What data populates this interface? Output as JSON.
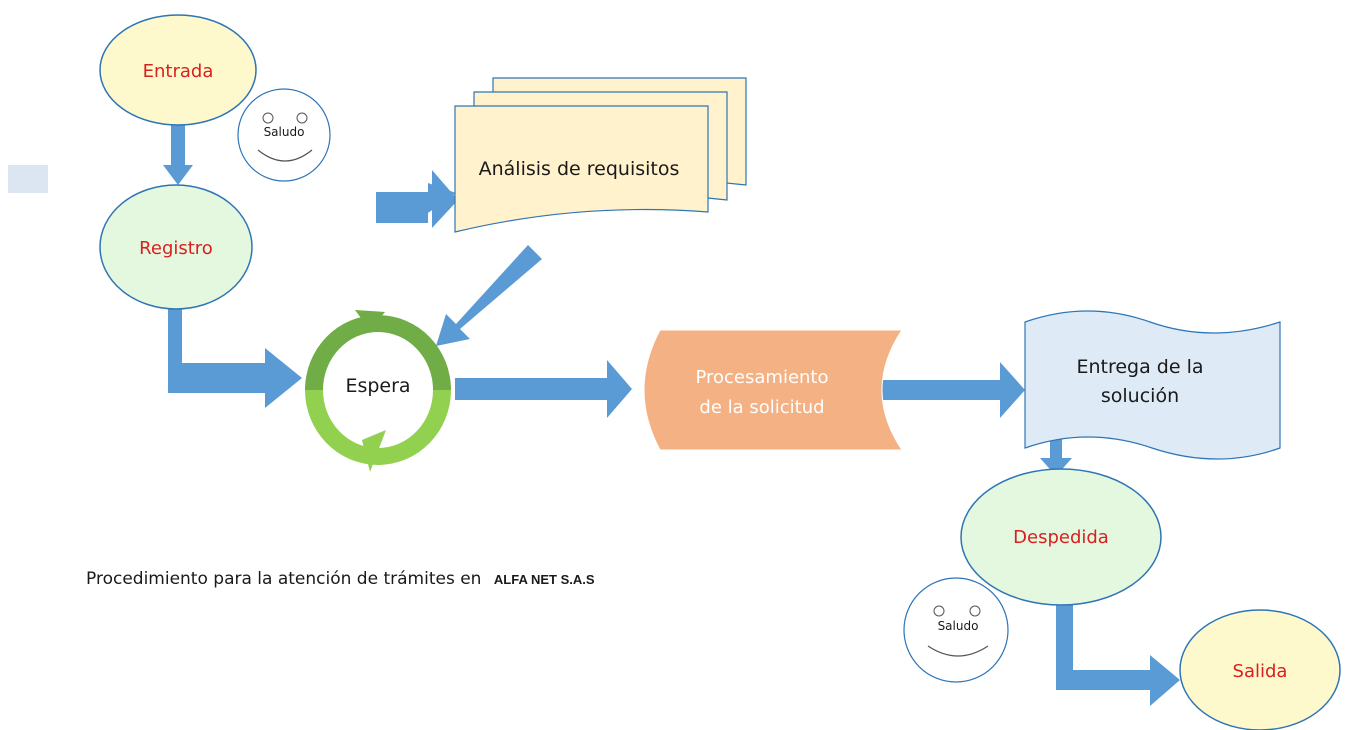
{
  "nodes": {
    "entrada": "Entrada",
    "registro": "Registro",
    "espera": "Espera",
    "analisis": "Análisis de requisitos",
    "procesamiento_1": "Procesamiento",
    "procesamiento_2": "de la solicitud",
    "entrega_1": "Entrega de la",
    "entrega_2": "solución",
    "despedida": "Despedida",
    "salida": "Salida"
  },
  "greetings": {
    "top": "Saludo",
    "bottom": "Saludo"
  },
  "caption": {
    "text": "Procedimiento para la atención de trámites en",
    "org": "ALFA NET S.A.S"
  },
  "colors": {
    "arrow": "#5b9bd5",
    "node_yellow": "#fef9cc",
    "node_green": "#e4f7df",
    "node_orange": "#f4b183",
    "node_blue": "#deebf7",
    "node_document": "#fff2cc",
    "cycle_green": "#70ad47",
    "label_red": "#d92020"
  }
}
